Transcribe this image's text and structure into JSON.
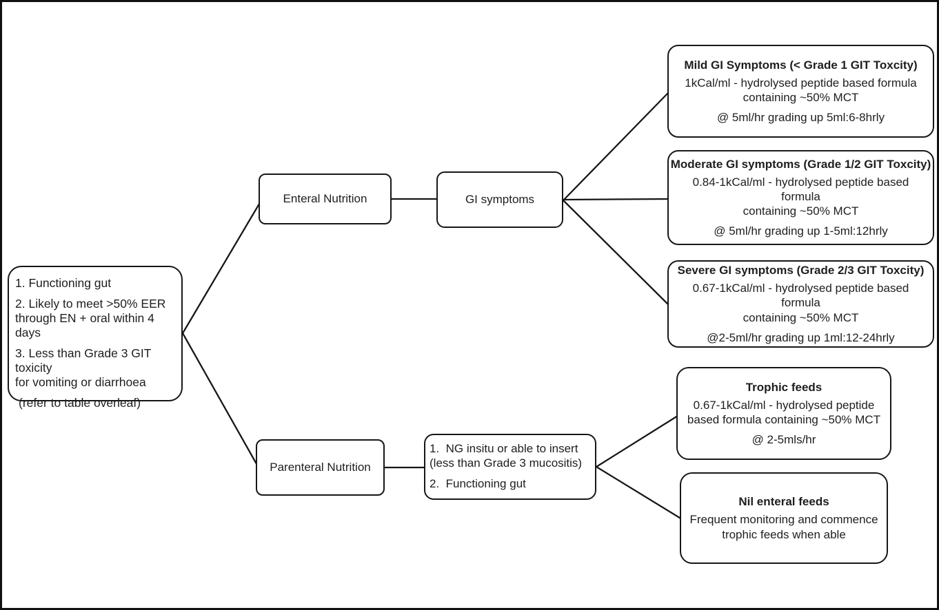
{
  "colors": {
    "background": "#ffffff",
    "box_border": "#161616",
    "connector_line": "#161616",
    "text": "#1e1e1e"
  },
  "nodes": {
    "criteria": {
      "items": [
        "1. Functioning gut",
        "2. Likely to meet >50% EER\nthrough EN + oral within 4 days",
        "3. Less than Grade 3 GIT toxicity\nfor vomiting or diarrhoea",
        "(refer to table overleaf)"
      ]
    },
    "enteral": {
      "label": "Enteral Nutrition"
    },
    "gi_symptoms": {
      "label": "GI symptoms"
    },
    "mild": {
      "title": "Mild GI Symptoms (< Grade 1 GIT Toxcity)",
      "body": "1kCal/ml - hydrolysed peptide based formula\ncontaining ~50% MCT",
      "rate": "@ 5ml/hr grading up 5ml:6-8hrly"
    },
    "moderate": {
      "title": "Moderate GI symptoms (Grade 1/2 GIT Toxcity)",
      "body": "0.84-1kCal/ml - hydrolysed peptide based formula\ncontaining ~50% MCT",
      "rate": "@ 5ml/hr grading up 1-5ml:12hrly"
    },
    "severe": {
      "title": "Severe GI symptoms (Grade 2/3 GIT Toxcity)",
      "body": "0.67-1kCal/ml - hydrolysed peptide based formula\ncontaining ~50% MCT",
      "rate": "@2-5ml/hr grading up 1ml:12-24hrly"
    },
    "parenteral": {
      "label": "Parenteral Nutrition"
    },
    "ng_criteria": {
      "items": [
        "1.  NG insitu or able to insert\n(less than Grade 3 mucositis)",
        "2.  Functioning gut"
      ]
    },
    "trophic": {
      "title": "Trophic feeds",
      "body": "0.67-1kCal/ml - hydrolysed peptide\nbased formula containing ~50% MCT",
      "rate": "@ 2-5mls/hr"
    },
    "nil": {
      "title": "Nil enteral feeds",
      "body": "Frequent monitoring and commence\ntrophic feeds when able"
    }
  }
}
